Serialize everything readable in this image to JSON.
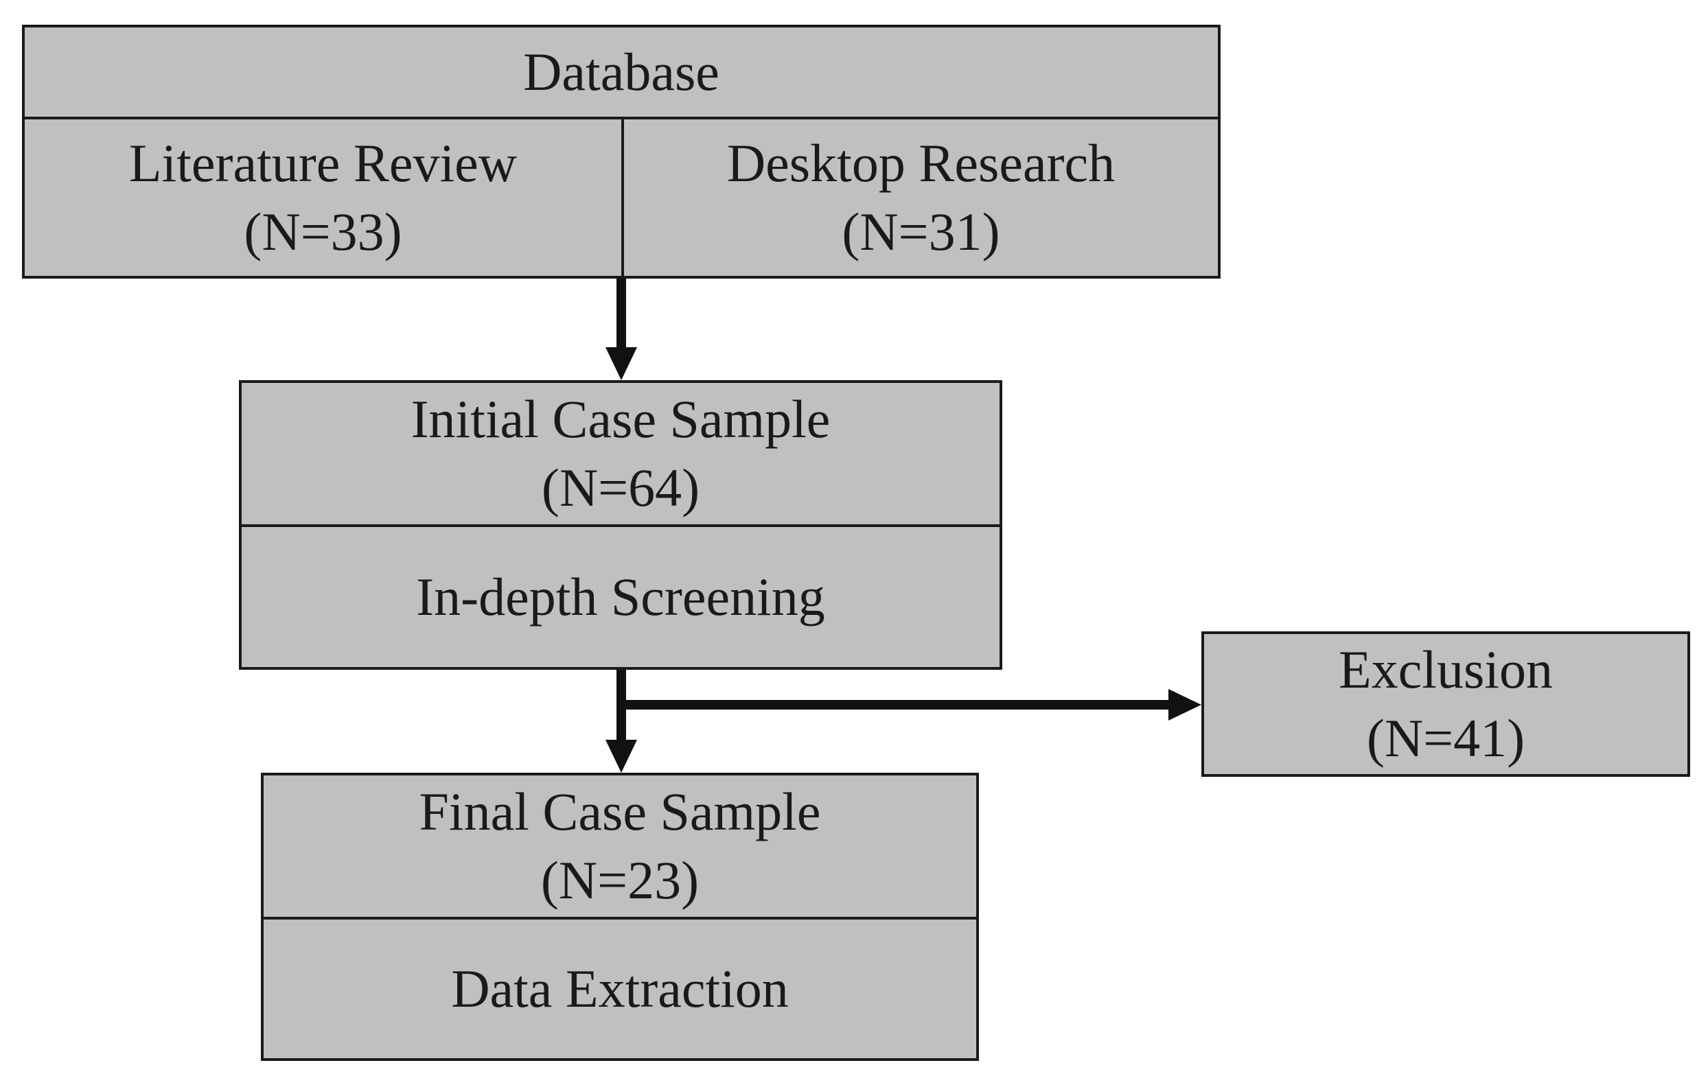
{
  "database": {
    "title": "Database",
    "sources": [
      {
        "label": "Literature Review",
        "count": "(N=33)"
      },
      {
        "label": "Desktop Research",
        "count": "(N=31)"
      }
    ]
  },
  "initial": {
    "label": "Initial Case Sample",
    "count": "(N=64)",
    "step": "In-depth Screening"
  },
  "exclusion": {
    "label": "Exclusion",
    "count": "(N=41)"
  },
  "final": {
    "label": "Final Case Sample",
    "count": "(N=23)",
    "step": "Data Extraction"
  },
  "colors": {
    "box_fill": "#c0c0c0",
    "stroke": "#1a1a1a"
  }
}
